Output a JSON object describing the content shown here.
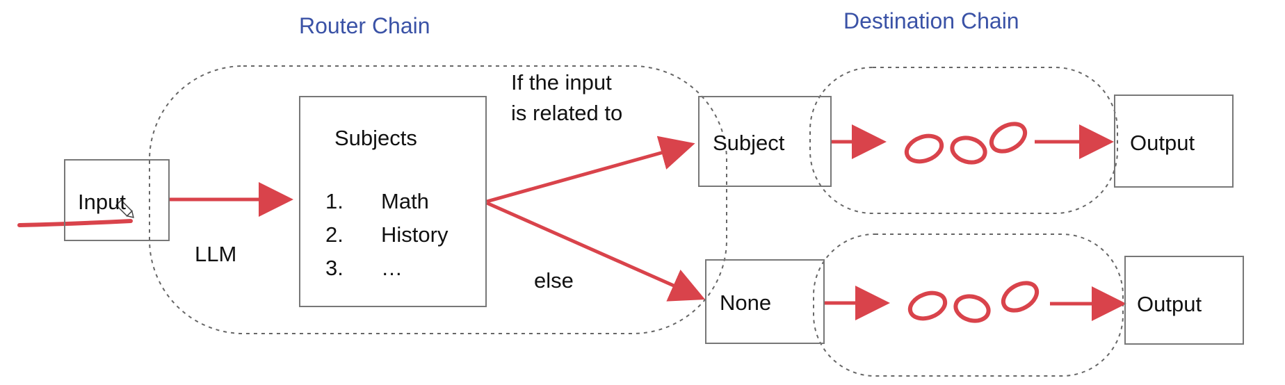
{
  "titles": {
    "router_chain": "Router Chain",
    "destination_chain": "Destination Chain"
  },
  "nodes": {
    "input": "Input",
    "subjects_heading": "Subjects",
    "subjects": [
      {
        "num": "1.",
        "name": "Math"
      },
      {
        "num": "2.",
        "name": "History"
      },
      {
        "num": "3.",
        "name": "…"
      }
    ],
    "subject": "Subject",
    "none": "None",
    "output_top": "Output",
    "output_bottom": "Output"
  },
  "labels": {
    "llm": "LLM",
    "condition_line1": "If the input",
    "condition_line2": "is related to",
    "else": "else"
  },
  "colors": {
    "arrow": "#d9434b",
    "chain_icon": "#d9434b",
    "title_text": "#3a52a6",
    "dashed_outline": "#666666",
    "box_border": "#777777"
  },
  "icons": {
    "chain": "chain-link-icon",
    "pointer": "pen-cursor-icon"
  }
}
